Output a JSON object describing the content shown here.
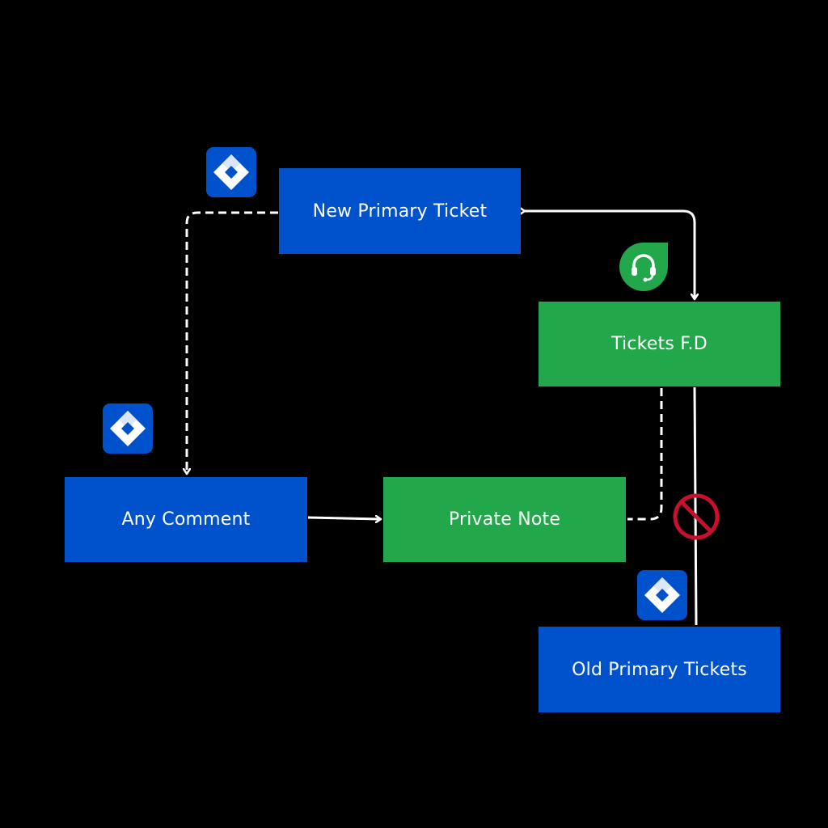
{
  "nodes": {
    "new_primary_ticket": "New Primary Ticket",
    "tickets_fd": "Tickets F.D",
    "any_comment": "Any Comment",
    "private_note": "Private Note",
    "old_primary_tickets": "Old Primary Tickets"
  },
  "icons": {
    "jira": "jira-logo-icon",
    "freshdesk": "freshdesk-headset-icon",
    "prohibited": "no-entry-icon"
  },
  "colors": {
    "background": "#000000",
    "jira_blue": "#0052CC",
    "freshdesk_green": "#22A74A",
    "connector": "#ffffff",
    "prohibited_red": "#C8102E"
  }
}
